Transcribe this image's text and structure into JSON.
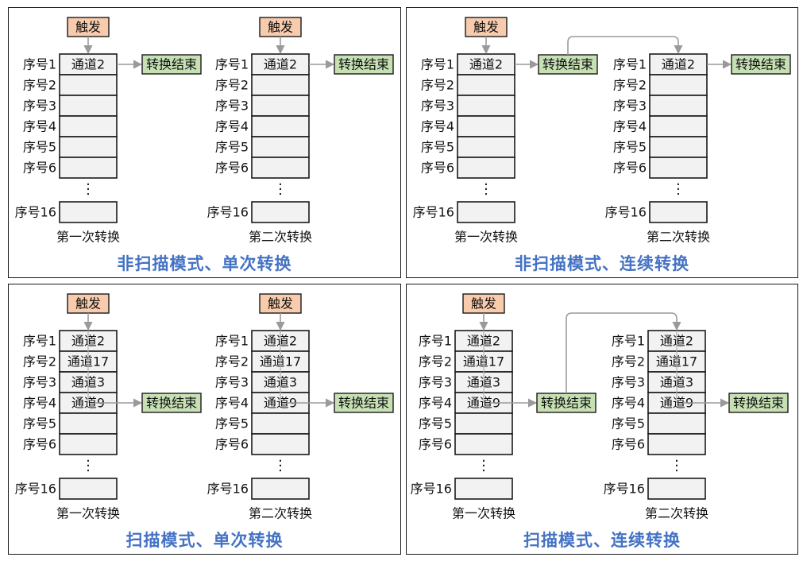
{
  "labels": {
    "trigger": "触发",
    "end": "转换结束",
    "slots": [
      "序号1",
      "序号2",
      "序号3",
      "序号4",
      "序号5",
      "序号6"
    ],
    "last_slot": "序号16",
    "ellipsis": "⋮",
    "first_conv": "第一次转换",
    "second_conv": "第二次转换"
  },
  "panels": [
    {
      "caption": "非扫描模式、单次转换",
      "channels": [
        "通道2"
      ],
      "continuous": false
    },
    {
      "caption": "非扫描模式、连续转换",
      "channels": [
        "通道2"
      ],
      "continuous": true
    },
    {
      "caption": "扫描模式、单次转换",
      "channels": [
        "通道2",
        "通道17",
        "通道3",
        "通道9"
      ],
      "continuous": false
    },
    {
      "caption": "扫描模式、连续转换",
      "channels": [
        "通道2",
        "通道17",
        "通道3",
        "通道9"
      ],
      "continuous": true
    }
  ],
  "colors": {
    "caption": "#4472c4",
    "trigger_fill": "#f8cbad",
    "end_fill": "#c6e0b4",
    "cell_fill": "#f2f2f2",
    "arrow": "#9a9a9a"
  }
}
